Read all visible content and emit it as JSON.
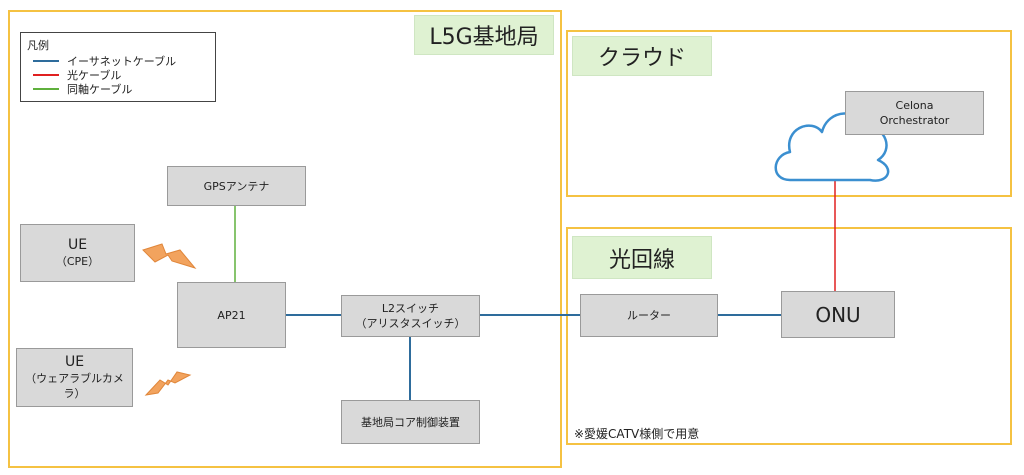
{
  "legend": {
    "title": "凡例",
    "items": [
      {
        "label": "イーサネットケーブル",
        "color": "#2e6c9c"
      },
      {
        "label": "光ケーブル",
        "color": "#e02020"
      },
      {
        "label": "同軸ケーブル",
        "color": "#5fb03c"
      }
    ]
  },
  "regions": {
    "base_station": "L5G基地局",
    "cloud": "クラウド",
    "fiber": "光回線"
  },
  "nodes": {
    "gps": "GPSアンテナ",
    "ue_cpe": {
      "line1": "UE",
      "line2": "（CPE）"
    },
    "ue_wearable": {
      "line1": "UE",
      "line2": "（ウェアラブルカメラ）"
    },
    "ap21": "AP21",
    "l2switch": {
      "line1": "L2スイッチ",
      "line2": "（アリスタスイッチ）"
    },
    "core": "基地局コア制御装置",
    "router": "ルーター",
    "onu": "ONU",
    "celona": {
      "line1": "Celona",
      "line2": "Orchestrator"
    }
  },
  "note": "※愛媛CATV様側で用意",
  "colors": {
    "frame": "#f5c242",
    "title_bg": "#dff2d2",
    "node_bg": "#d9d9d9",
    "cloud": "#3b8fd0",
    "lightning": "#f2a35e"
  }
}
